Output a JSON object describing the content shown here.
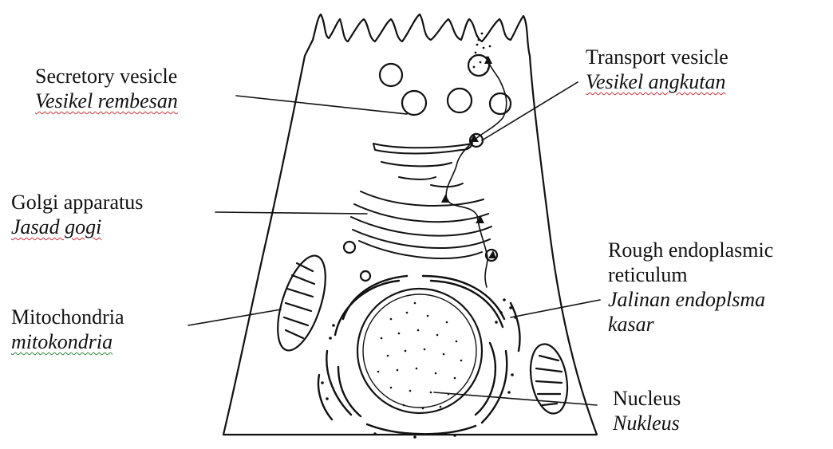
{
  "labels": {
    "secretory_vesicle": {
      "en": "Secretory vesicle",
      "ms": "Vesikel rembesan"
    },
    "transport_vesicle": {
      "en": "Transport vesicle",
      "ms": "Vesikel angkutan"
    },
    "golgi": {
      "en": "Golgi apparatus",
      "ms": "Jasad gogi"
    },
    "rer": {
      "en_line1": "Rough endoplasmic",
      "en_line2": "reticulum",
      "ms_line1": "Jalinan endoplsma",
      "ms_line2": "kasar"
    },
    "mitochondria": {
      "en": "Mitochondria",
      "ms": "mitokondria"
    },
    "nucleus": {
      "en": "Nucleus",
      "ms": "Nukleus"
    }
  },
  "colors": {
    "ink": "#111111",
    "spellcheck_red": "#d0303a",
    "grammar_green": "#2e8b3a"
  }
}
